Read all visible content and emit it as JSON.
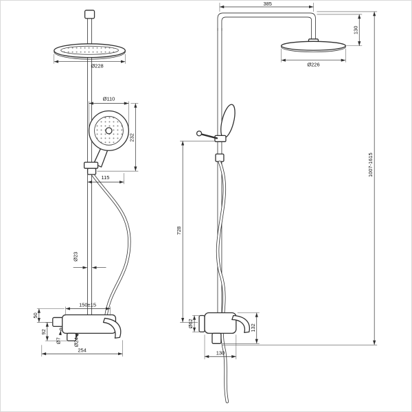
{
  "colors": {
    "line": "#2f2f2f",
    "background": "#ffffff",
    "frame_border": "#d9d9d9"
  },
  "front_view": {
    "head_diameter": "Ø228",
    "hand_diameter": "Ø110",
    "hand_length": "232",
    "hand_offset": "115",
    "pipe_diameter": "Ø23",
    "inlet_spacing": "150±15",
    "inlet_height": "50",
    "spout_drop": "92",
    "hole_diameter": "Ø7",
    "spout_diameter": "Ø24",
    "body_width": "254"
  },
  "side_view": {
    "arm_length": "385",
    "head_drop": "130",
    "head_diameter": "Ø226",
    "column_span": "728",
    "total_height": "1007-1615",
    "escutcheon_diameter": "Ø62",
    "mixer_height": "132",
    "mixer_depth": "130"
  }
}
